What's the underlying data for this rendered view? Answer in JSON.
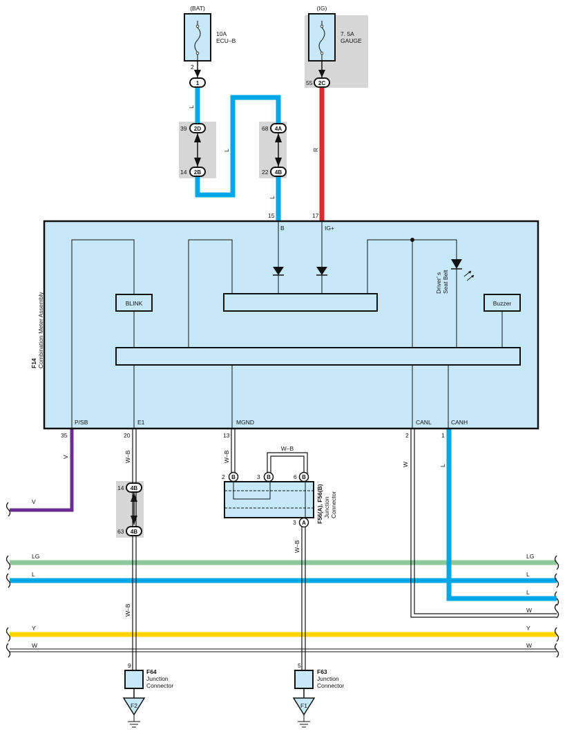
{
  "power": {
    "bat": "(BAT)",
    "ig": "(IG)",
    "fuse1_rating": "10A",
    "fuse1_name": "ECU–B",
    "fuse2_rating": "7. 5A",
    "fuse2_name": "GAUGE"
  },
  "connectors": {
    "bat_pin": "2",
    "c1": "1",
    "ig_pin": "55",
    "c2c": "2C",
    "pin39": "39",
    "c2d": "2D",
    "pin14a": "14",
    "c2b": "2B",
    "pin68": "68",
    "c4a": "4A",
    "pin22": "22",
    "c4b_top": "4B",
    "pin14b": "14",
    "c4b_mid": "4B",
    "pin63": "63",
    "c4b_low": "4B",
    "jB": "B",
    "jA": "A",
    "p2": "2",
    "p3": "3",
    "p6": "6",
    "p3a": "3"
  },
  "wires": {
    "l": "L",
    "r": "R",
    "v": "V",
    "wb": "W–B",
    "w": "W",
    "lg": "LG",
    "y": "Y"
  },
  "meter": {
    "id": "F14",
    "name": "Combination Meter Assembly",
    "blink": "BLINK",
    "buzzer": "Buzzer",
    "seatbelt1": "Driver’ s",
    "seatbelt2": "Seat Belt",
    "pin_b": "B",
    "pin_igp": "IG+",
    "pin15": "15",
    "pin17": "17",
    "psb": "P/SB",
    "e1": "E1",
    "mgnd": "MGND",
    "canl": "CANL",
    "canh": "CANH",
    "n35": "35",
    "n20": "20",
    "n13": "13",
    "n2": "2",
    "n1": "1"
  },
  "junction": {
    "f56_id": "F56(A), F56(B)",
    "f56_l1": "Junction",
    "f56_l2": "Connector",
    "f64_id": "F64",
    "f64_l1": "Junction",
    "f64_l2": "Connector",
    "f64_pin": "9",
    "f63_id": "F63",
    "f63_l1": "Junction",
    "f63_l2": "Connector",
    "f63_pin": "5",
    "ground_f2": "F2",
    "ground_f1": "F1"
  },
  "colors": {
    "blue": "#00a8e6",
    "red": "#e8262a",
    "purple": "#6a2c91",
    "green": "#8dc89a",
    "yellow": "#ffd400",
    "meter_fill": "#c7e8f8",
    "gray_bg": "#d6d6d6"
  }
}
